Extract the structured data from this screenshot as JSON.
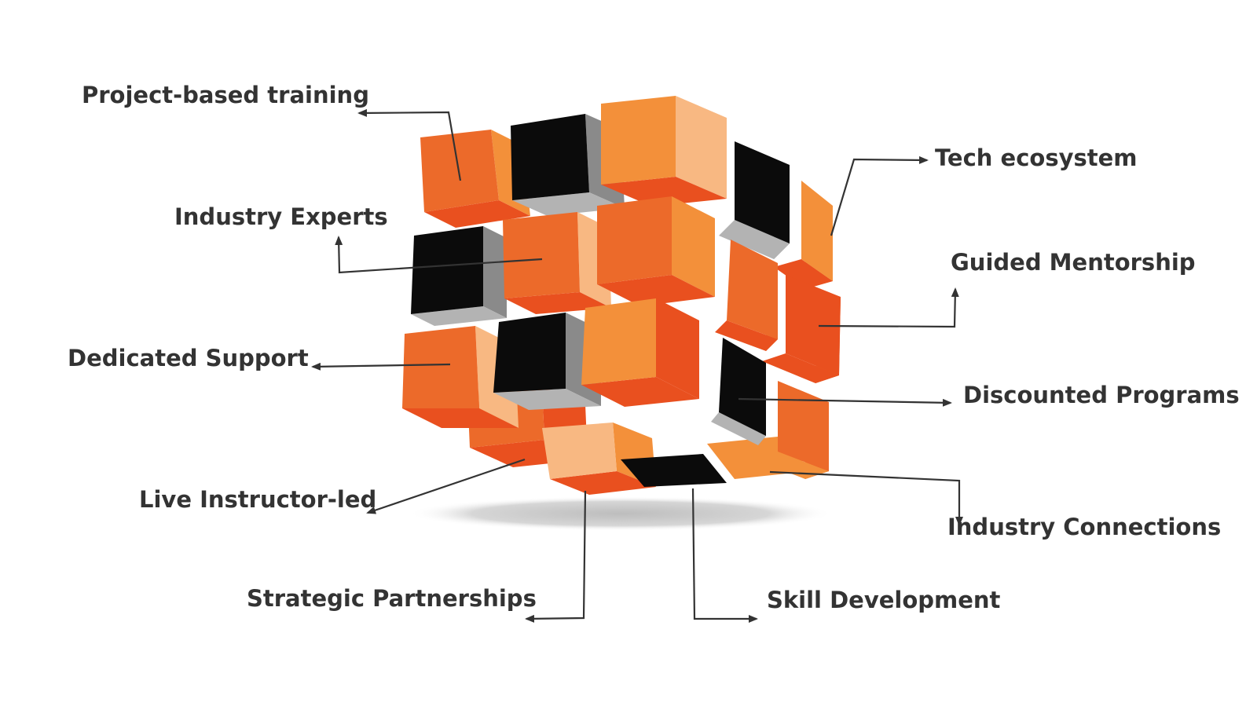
{
  "labels": {
    "project_based_training": "Project-based training",
    "industry_experts": "Industry Experts",
    "dedicated_support": "Dedicated Support",
    "live_instructor_led": "Live Instructor-led",
    "strategic_partnerships": "Strategic Partnerships",
    "tech_ecosystem": "Tech ecosystem",
    "guided_mentorship": "Guided Mentorship",
    "discounted_programs": "Discounted Programs",
    "industry_connections": "Industry Connections",
    "skill_development": "Skill Development"
  },
  "colors": {
    "text": "#333333",
    "arrow": "#333333",
    "orange": "#ec6a2a",
    "orange_light": "#f3903a",
    "orange_pale": "#f8b882",
    "orange_red": "#e9501f",
    "black": "#0b0b0b",
    "gray": "#8a8a8a",
    "gray_light": "#b3b3b3",
    "shadow": "#c9c9c9"
  }
}
